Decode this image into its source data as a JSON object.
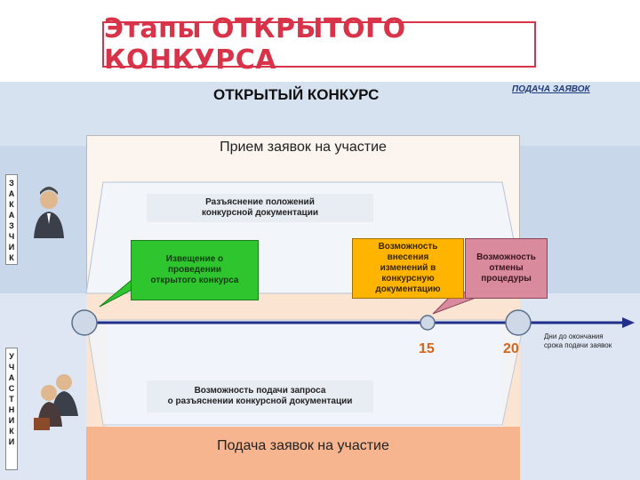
{
  "title": "Этапы ОТКРЫТОГО КОНКУРСА",
  "slide": {
    "heading": "ОТКРЫТЫЙ КОНКУРС",
    "link": "ПОДАЧА ЗАЯВОК",
    "upper_panel_label": "Прием заявок на участие",
    "lower_panel_label": "Подача заявок на участие",
    "clarification": "Разъяснение положений\nконкурсной документации",
    "notice": "Извещение о\nпроведении\nоткрытого конкурса",
    "changes": "Возможность\nвнесения\nизменений в\nконкурсную\nдокументацию",
    "cancel": "Возможность\nотмены\nпроцедуры",
    "request": "Возможность подачи запроса\nо разъяснении конкурсной документации",
    "customer_side": "ЗАКАЗЧИК",
    "participants_side": "УЧАСТНИКИ",
    "axis_label": "Дни до окончания\nсрока подачи заявок",
    "day_15": "15",
    "day_20": "20"
  },
  "colors": {
    "title": "#d9334a",
    "notice": "#2ec52e",
    "changes": "#ffb400",
    "cancel": "#d98a9c",
    "axis": "#1f2f8a",
    "day_numbers": "#d6651a"
  },
  "icons": {
    "customer": "businessman-icon",
    "participants": "group-of-people-icon"
  }
}
